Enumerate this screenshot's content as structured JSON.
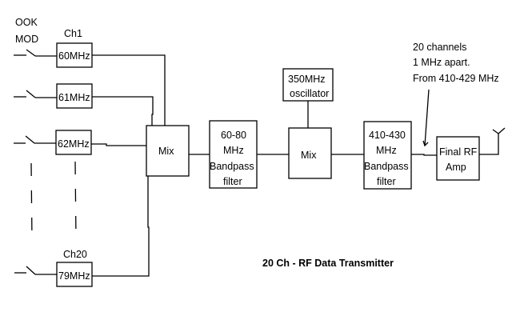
{
  "diagram": {
    "title": "20 Ch - RF Data Transmitter",
    "modulation_label": [
      "OOK",
      "MOD"
    ],
    "channels": [
      {
        "label": "Ch1",
        "freq": "60MHz"
      },
      {
        "label": "",
        "freq": "61MHz"
      },
      {
        "label": "",
        "freq": "62MHz"
      },
      {
        "label": "Ch20",
        "freq": "79MHz"
      }
    ],
    "mixer1": {
      "label": "Mix"
    },
    "bandpass1": {
      "lines": [
        "60-80",
        "MHz",
        "Bandpass",
        "filter"
      ]
    },
    "oscillator": {
      "lines": [
        "350MHz",
        "oscillator"
      ]
    },
    "mixer2": {
      "label": "Mix"
    },
    "bandpass2": {
      "lines": [
        "410-430",
        "MHz",
        "Bandpass",
        "filter"
      ]
    },
    "amp": {
      "lines": [
        "Final RF",
        "Amp"
      ]
    },
    "annotation": {
      "lines": [
        "20 channels",
        "1 MHz apart.",
        "From 410-429 MHz"
      ]
    },
    "antenna": {
      "icon": "antenna-icon"
    }
  }
}
